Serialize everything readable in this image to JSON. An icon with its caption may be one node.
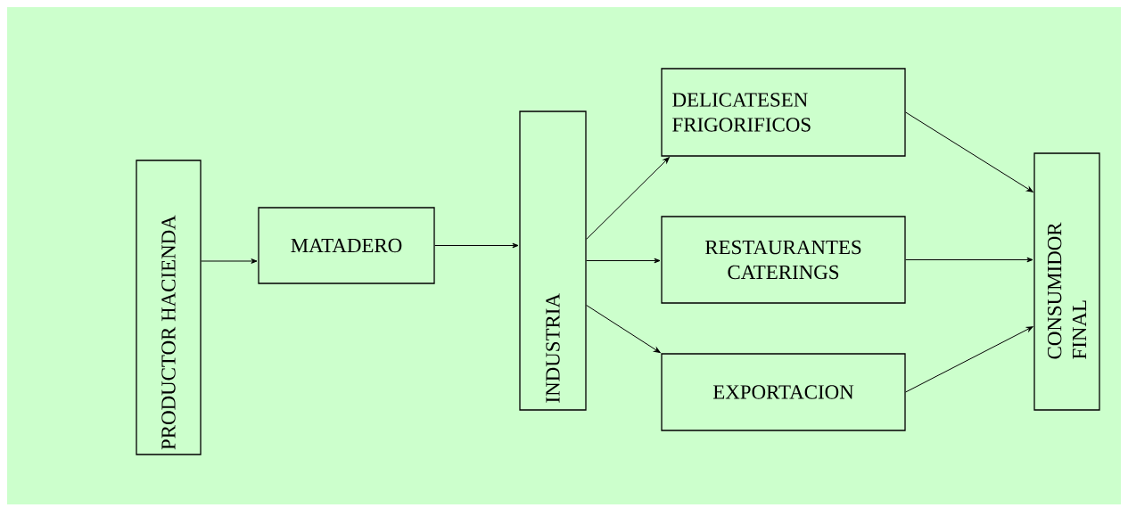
{
  "diagram": {
    "nodes": [
      {
        "text": [
          "PRODUCTOR HACIENDA"
        ]
      },
      {
        "text": [
          "MATADERO"
        ]
      },
      {
        "text": [
          "INDUSTRIA"
        ]
      },
      {
        "text": [
          "DELICATESEN FRIGORIFICOS"
        ]
      },
      {
        "text": [
          "RESTAURANTES CATERINGS"
        ]
      },
      {
        "text": [
          "EXPORTACION"
        ]
      },
      {
        "text": [
          "CONSUMIDOR FINAL"
        ]
      }
    ],
    "edges": [
      {
        "from": 0,
        "to": 1,
        "arrow": "to"
      },
      {
        "from": 1,
        "to": 2,
        "arrow": "to"
      },
      {
        "from": 2,
        "to": 3,
        "arrow": "to"
      },
      {
        "from": 2,
        "to": 4,
        "arrow": "to"
      },
      {
        "from": 2,
        "to": 5,
        "arrow": "to"
      },
      {
        "from": 3,
        "to": 6,
        "arrow": "to"
      },
      {
        "from": 4,
        "to": 6,
        "arrow": "to"
      },
      {
        "from": 5,
        "to": 6,
        "arrow": "to"
      }
    ]
  }
}
